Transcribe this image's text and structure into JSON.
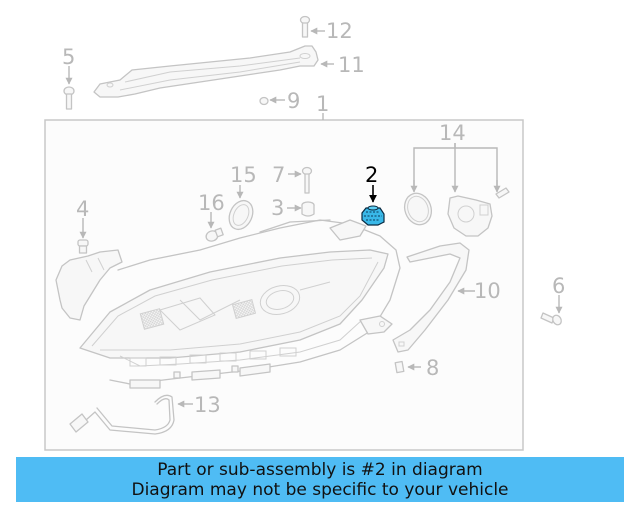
{
  "diagram": {
    "highlighted_part": "2",
    "highlight_color": "#39b8e8",
    "callouts": [
      {
        "id": "1",
        "label": "1"
      },
      {
        "id": "2",
        "label": "2"
      },
      {
        "id": "3",
        "label": "3"
      },
      {
        "id": "4",
        "label": "4"
      },
      {
        "id": "5",
        "label": "5"
      },
      {
        "id": "6",
        "label": "6"
      },
      {
        "id": "7",
        "label": "7"
      },
      {
        "id": "8",
        "label": "8"
      },
      {
        "id": "9",
        "label": "9"
      },
      {
        "id": "10",
        "label": "10"
      },
      {
        "id": "11",
        "label": "11"
      },
      {
        "id": "12",
        "label": "12"
      },
      {
        "id": "13",
        "label": "13"
      },
      {
        "id": "14",
        "label": "14"
      },
      {
        "id": "15",
        "label": "15"
      },
      {
        "id": "16",
        "label": "16"
      }
    ]
  },
  "banner": {
    "line1": "Part or sub-assembly is #2 in diagram",
    "line2": "Diagram may not be specific to your vehicle",
    "background": "#4fbcf4"
  }
}
